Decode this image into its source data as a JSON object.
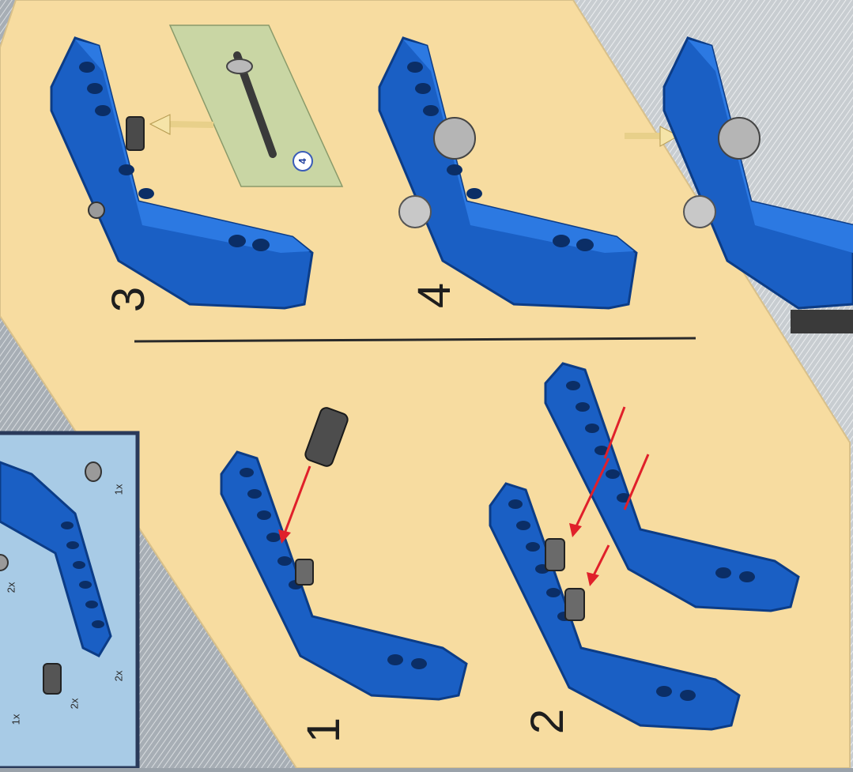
{
  "steps": {
    "step1": "1",
    "step2": "2",
    "step3": "3",
    "step4": "4"
  },
  "callout": {
    "sub_assembly_number": "4"
  },
  "parts_list": {
    "qty_bushing": "1x",
    "qty_gear": "2x",
    "qty_beam": "2x",
    "qty_pin": "2x",
    "qty_axle": "1x"
  },
  "colors": {
    "page_background": "#f7dca0",
    "beam_blue": "#1f6fd6",
    "parts_panel": "#a8cbe6",
    "callout_green": "#c9d6a4",
    "arrow_red": "#e0202a"
  },
  "icons": [
    "arrow-icon",
    "pointer-arrow-icon"
  ]
}
